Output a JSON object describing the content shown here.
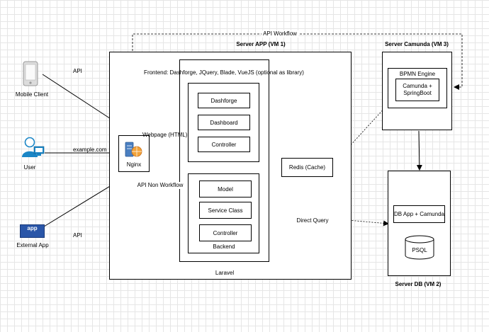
{
  "labels": {
    "api_workflow": "API Workflow",
    "server_app": "Server APP (VM 1)",
    "server_camunda": "Server Camunda (VM 3)",
    "server_db": "Server DB (VM 2)",
    "frontend": "Frontend: Dashforge, JQuery, Blade, VueJS (optional as library)",
    "laravel": "Laravel",
    "api_top": "API",
    "api_bottom": "API",
    "mobile_client": "Mobile Client",
    "user": "User",
    "external_app": "External App",
    "app_icon_text": "app",
    "example_com": "example.com",
    "nginx": "Nginx",
    "webpage_html": "Webpage (HTML)",
    "api_non_workflow": "API Non Workflow",
    "dashforge": "Dashforge",
    "dashboard": "Dashboard",
    "controller_front": "Controller",
    "model": "Model",
    "service_class": "Service Class",
    "controller_back": "Controller",
    "backend": "Backend",
    "redis": "Redis (Cache)",
    "direct_query": "Direct Query",
    "bpmn_engine": "BPMN Engine",
    "camunda_springboot_1": "Camunda +",
    "camunda_springboot_2": "SpringBoot",
    "db_app_camunda": "DB App + Camunda",
    "psql": "PSQL"
  },
  "colors": {
    "grid": "#e6e6e6",
    "line": "#000000",
    "user_icon_fill": "#1b86c6",
    "app_icon_fill": "#2a56a8",
    "phone_icon_fill": "#dcdcdc",
    "nginx_icon_fill": "#4a7fc1"
  }
}
